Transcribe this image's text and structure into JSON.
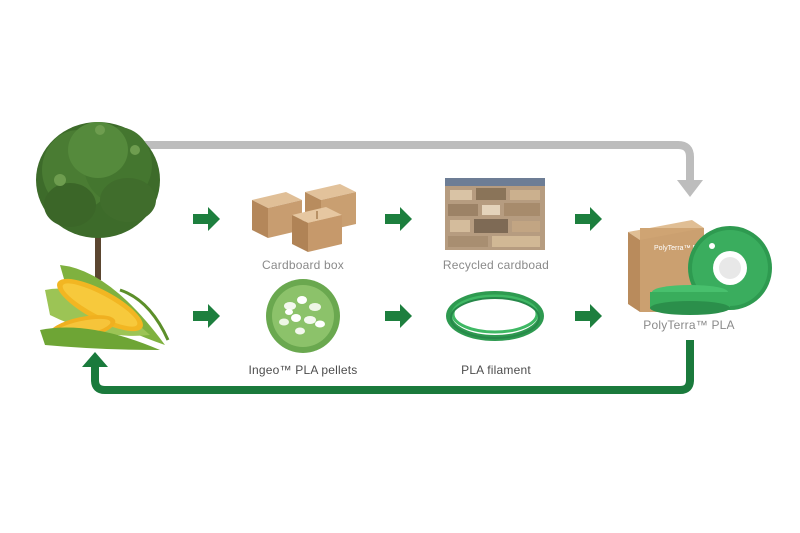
{
  "diagram": {
    "labels": {
      "cardboard_box": "Cardboard box",
      "recycled_cardboard": "Recycled cardboad",
      "ingeo_pellets": "Ingeo™ PLA pellets",
      "pla_filament": "PLA filament",
      "polyterra_product": "PolyTerra™ PLA"
    },
    "box_printed_text": "PolyTerra™ PLA",
    "icons": [
      "tree-icon",
      "corn-icon",
      "cardboard-boxes-icon",
      "recycled-cardboard-bales-icon",
      "pla-pellets-icon",
      "filament-coil-icon",
      "polyterra-spool-box-icon"
    ],
    "colors": {
      "arrow_green": "#1d7f3e",
      "return_arrow_green": "#1a7a3c",
      "grey_arrow": "#bdbdbd",
      "filament_green": "#33b25f",
      "cardboard": "#c9a378",
      "label_grey": "#8a8a8a"
    }
  }
}
